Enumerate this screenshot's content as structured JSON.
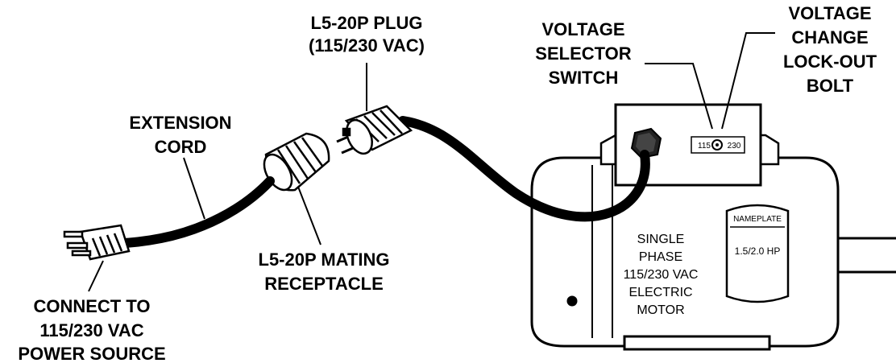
{
  "labels": {
    "plug_line1": "L5-20P PLUG",
    "plug_line2": "(115/230 VAC)",
    "selector_line1": "VOLTAGE",
    "selector_line2": "SELECTOR",
    "selector_line3": "SWITCH",
    "lockout_line1": "VOLTAGE",
    "lockout_line2": "CHANGE",
    "lockout_line3": "LOCK-OUT",
    "lockout_line4": "BOLT",
    "ext_line1": "EXTENSION",
    "ext_line2": "CORD",
    "recept_line1": "L5-20P MATING",
    "recept_line2": "RECEPTACLE",
    "connect_line1": "CONNECT TO",
    "connect_line2": "115/230 VAC",
    "connect_line3": "POWER SOURCE"
  },
  "motor": {
    "line1": "SINGLE",
    "line2": "PHASE",
    "line3": "115/230 VAC",
    "line4": "ELECTRIC",
    "line5": "MOTOR",
    "nameplate_title": "NAMEPLATE",
    "nameplate_value": "1.5/2.0 HP"
  },
  "switch": {
    "left_value": "115",
    "right_value": "230"
  }
}
